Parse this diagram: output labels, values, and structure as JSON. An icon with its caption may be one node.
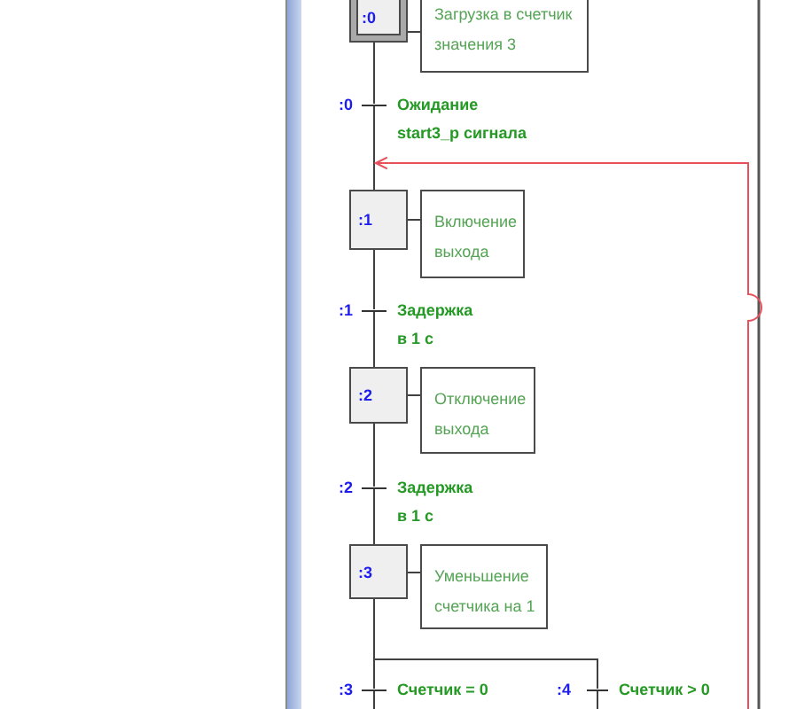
{
  "diagram": {
    "nodes": [
      {
        "text": [
          ":0"
        ]
      },
      {
        "text": [
          "Загрузка в счетчик значения 3"
        ]
      },
      {
        "text": [],
        "shape": "bar",
        "beside": [
          ":0",
          "Ожидание start3_p сигнала"
        ]
      },
      {
        "text": [
          ":1"
        ]
      },
      {
        "text": [
          "Включение выхода"
        ]
      },
      {
        "text": [],
        "shape": "bar",
        "beside": [
          ":1",
          "Задержка в 1 с"
        ]
      },
      {
        "text": [
          ":2"
        ]
      },
      {
        "text": [
          "Отключение выхода"
        ]
      },
      {
        "text": [],
        "shape": "bar",
        "beside": [
          ":2",
          "Задержка в 1 с"
        ]
      },
      {
        "text": [
          ":3"
        ]
      },
      {
        "text": [
          "Уменьшение счетчика на 1"
        ]
      },
      {
        "text": [],
        "shape": "bar",
        "beside": [
          ":3",
          "Счетчик = 0"
        ]
      },
      {
        "text": [],
        "shape": "bar",
        "beside": [
          ":4",
          "Счетчик > 0"
        ]
      }
    ],
    "edges": [
      {
        "from": 0,
        "to": 1,
        "arrow": "none"
      },
      {
        "from": 0,
        "to": 2,
        "arrow": "none"
      },
      {
        "from": 2,
        "to": 3,
        "arrow": "none"
      },
      {
        "from": 3,
        "to": 4,
        "arrow": "none"
      },
      {
        "from": 3,
        "to": 5,
        "arrow": "none"
      },
      {
        "from": 5,
        "to": 6,
        "arrow": "none"
      },
      {
        "from": 6,
        "to": 7,
        "arrow": "none"
      },
      {
        "from": 6,
        "to": 8,
        "arrow": "none"
      },
      {
        "from": 8,
        "to": 9,
        "arrow": "none"
      },
      {
        "from": 9,
        "to": 10,
        "arrow": "none"
      },
      {
        "from": 9,
        "to": 11,
        "arrow": "none"
      },
      {
        "from": 9,
        "to": 12,
        "arrow": "none"
      },
      {
        "from": 11,
        "to": null,
        "arrow": "none"
      },
      {
        "from": 12,
        "to": null,
        "arrow": "none"
      },
      {
        "from": null,
        "to": 3,
        "arrow": "to",
        "color": "#e8505a"
      }
    ]
  }
}
